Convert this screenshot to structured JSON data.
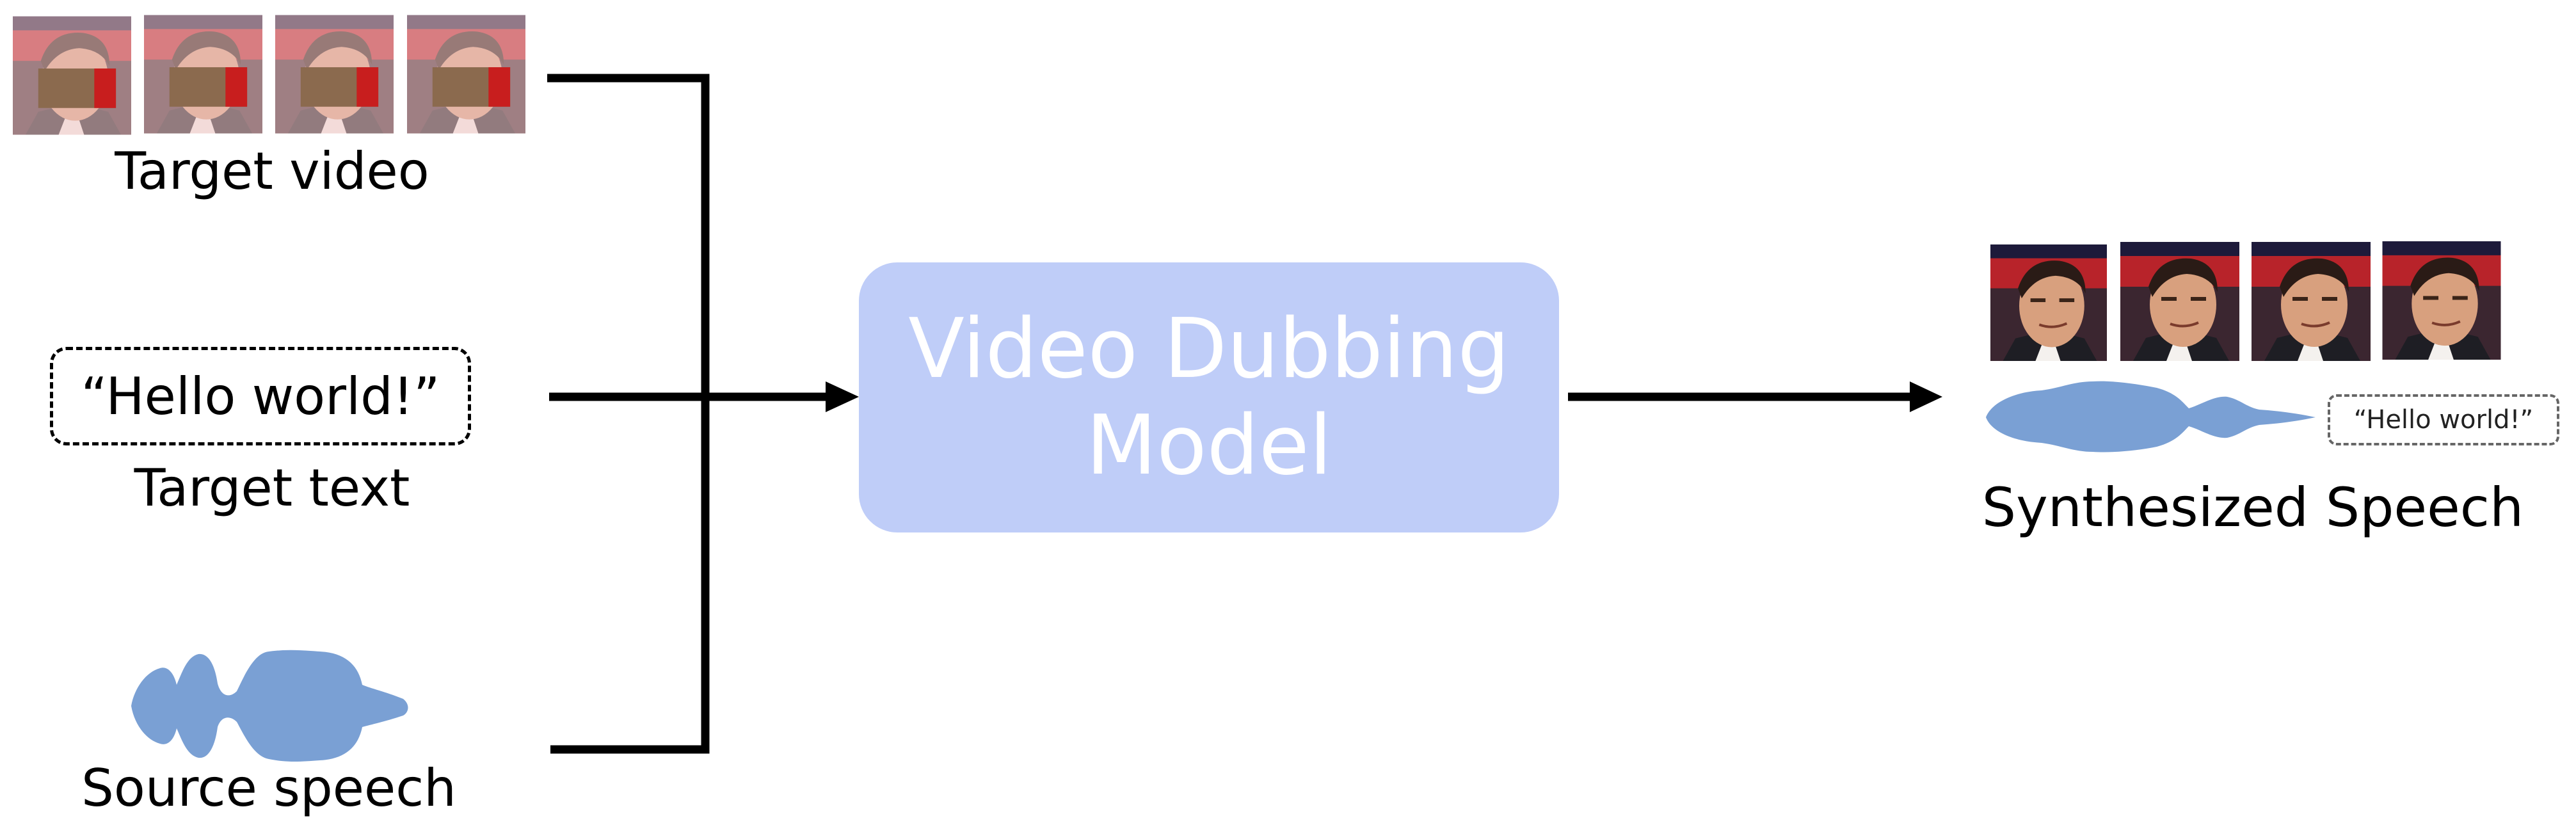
{
  "inputs": {
    "target_video_label": "Target video",
    "target_text_quote": "“Hello world!”",
    "target_text_label": "Target text",
    "source_speech_label": "Source speech"
  },
  "model": {
    "line1": "Video Dubbing",
    "line2": "Model"
  },
  "output": {
    "quote": "“Hello world!”",
    "label": "Synthesized Speech"
  },
  "colors": {
    "model_fill": "#bfcdf8",
    "waveform": "#7aa0d4",
    "face_mask": "#c81e1e",
    "face_tint": "#f0c4c4"
  },
  "icons": {
    "video_frames": "face-frame-icon",
    "waveform": "waveform-icon"
  }
}
